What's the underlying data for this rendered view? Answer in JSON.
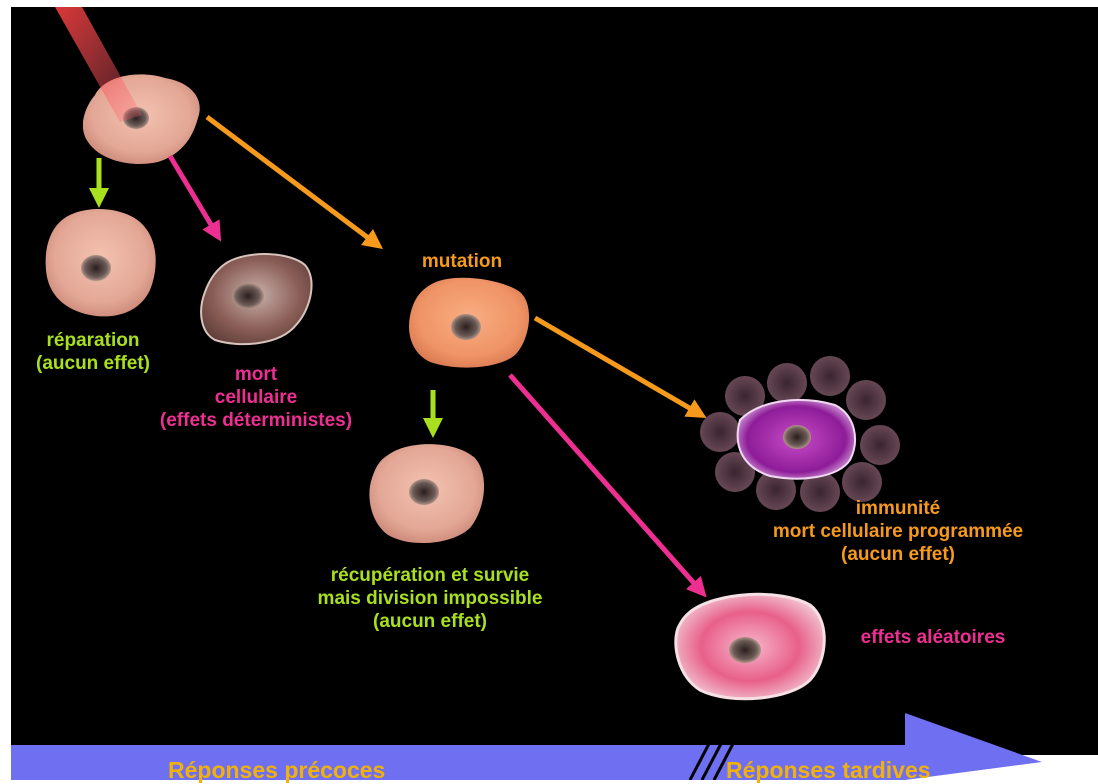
{
  "labels": {
    "repair": [
      "réparation",
      "(aucun effet)"
    ],
    "cell_death": [
      "mort",
      "cellulaire",
      "(effets déterministes)"
    ],
    "mutation": "mutation",
    "recovery": [
      "récupération et survie",
      "mais division impossible",
      "(aucun effet)"
    ],
    "immunity": [
      "immunité",
      "mort cellulaire programmée",
      "(aucun effet)"
    ],
    "random_effects": "effets aléatoires"
  },
  "timeline": {
    "early": "Réponses précoces",
    "late": "Réponses tardives"
  },
  "colors": {
    "background": "#000000",
    "repair": "#a8e020",
    "death": "#ee2f92",
    "mutation": "#f59a1c",
    "timeline_arrow": "#6f6ff2",
    "timeline_text": "#f0b10c",
    "beam": "#e8283c"
  }
}
